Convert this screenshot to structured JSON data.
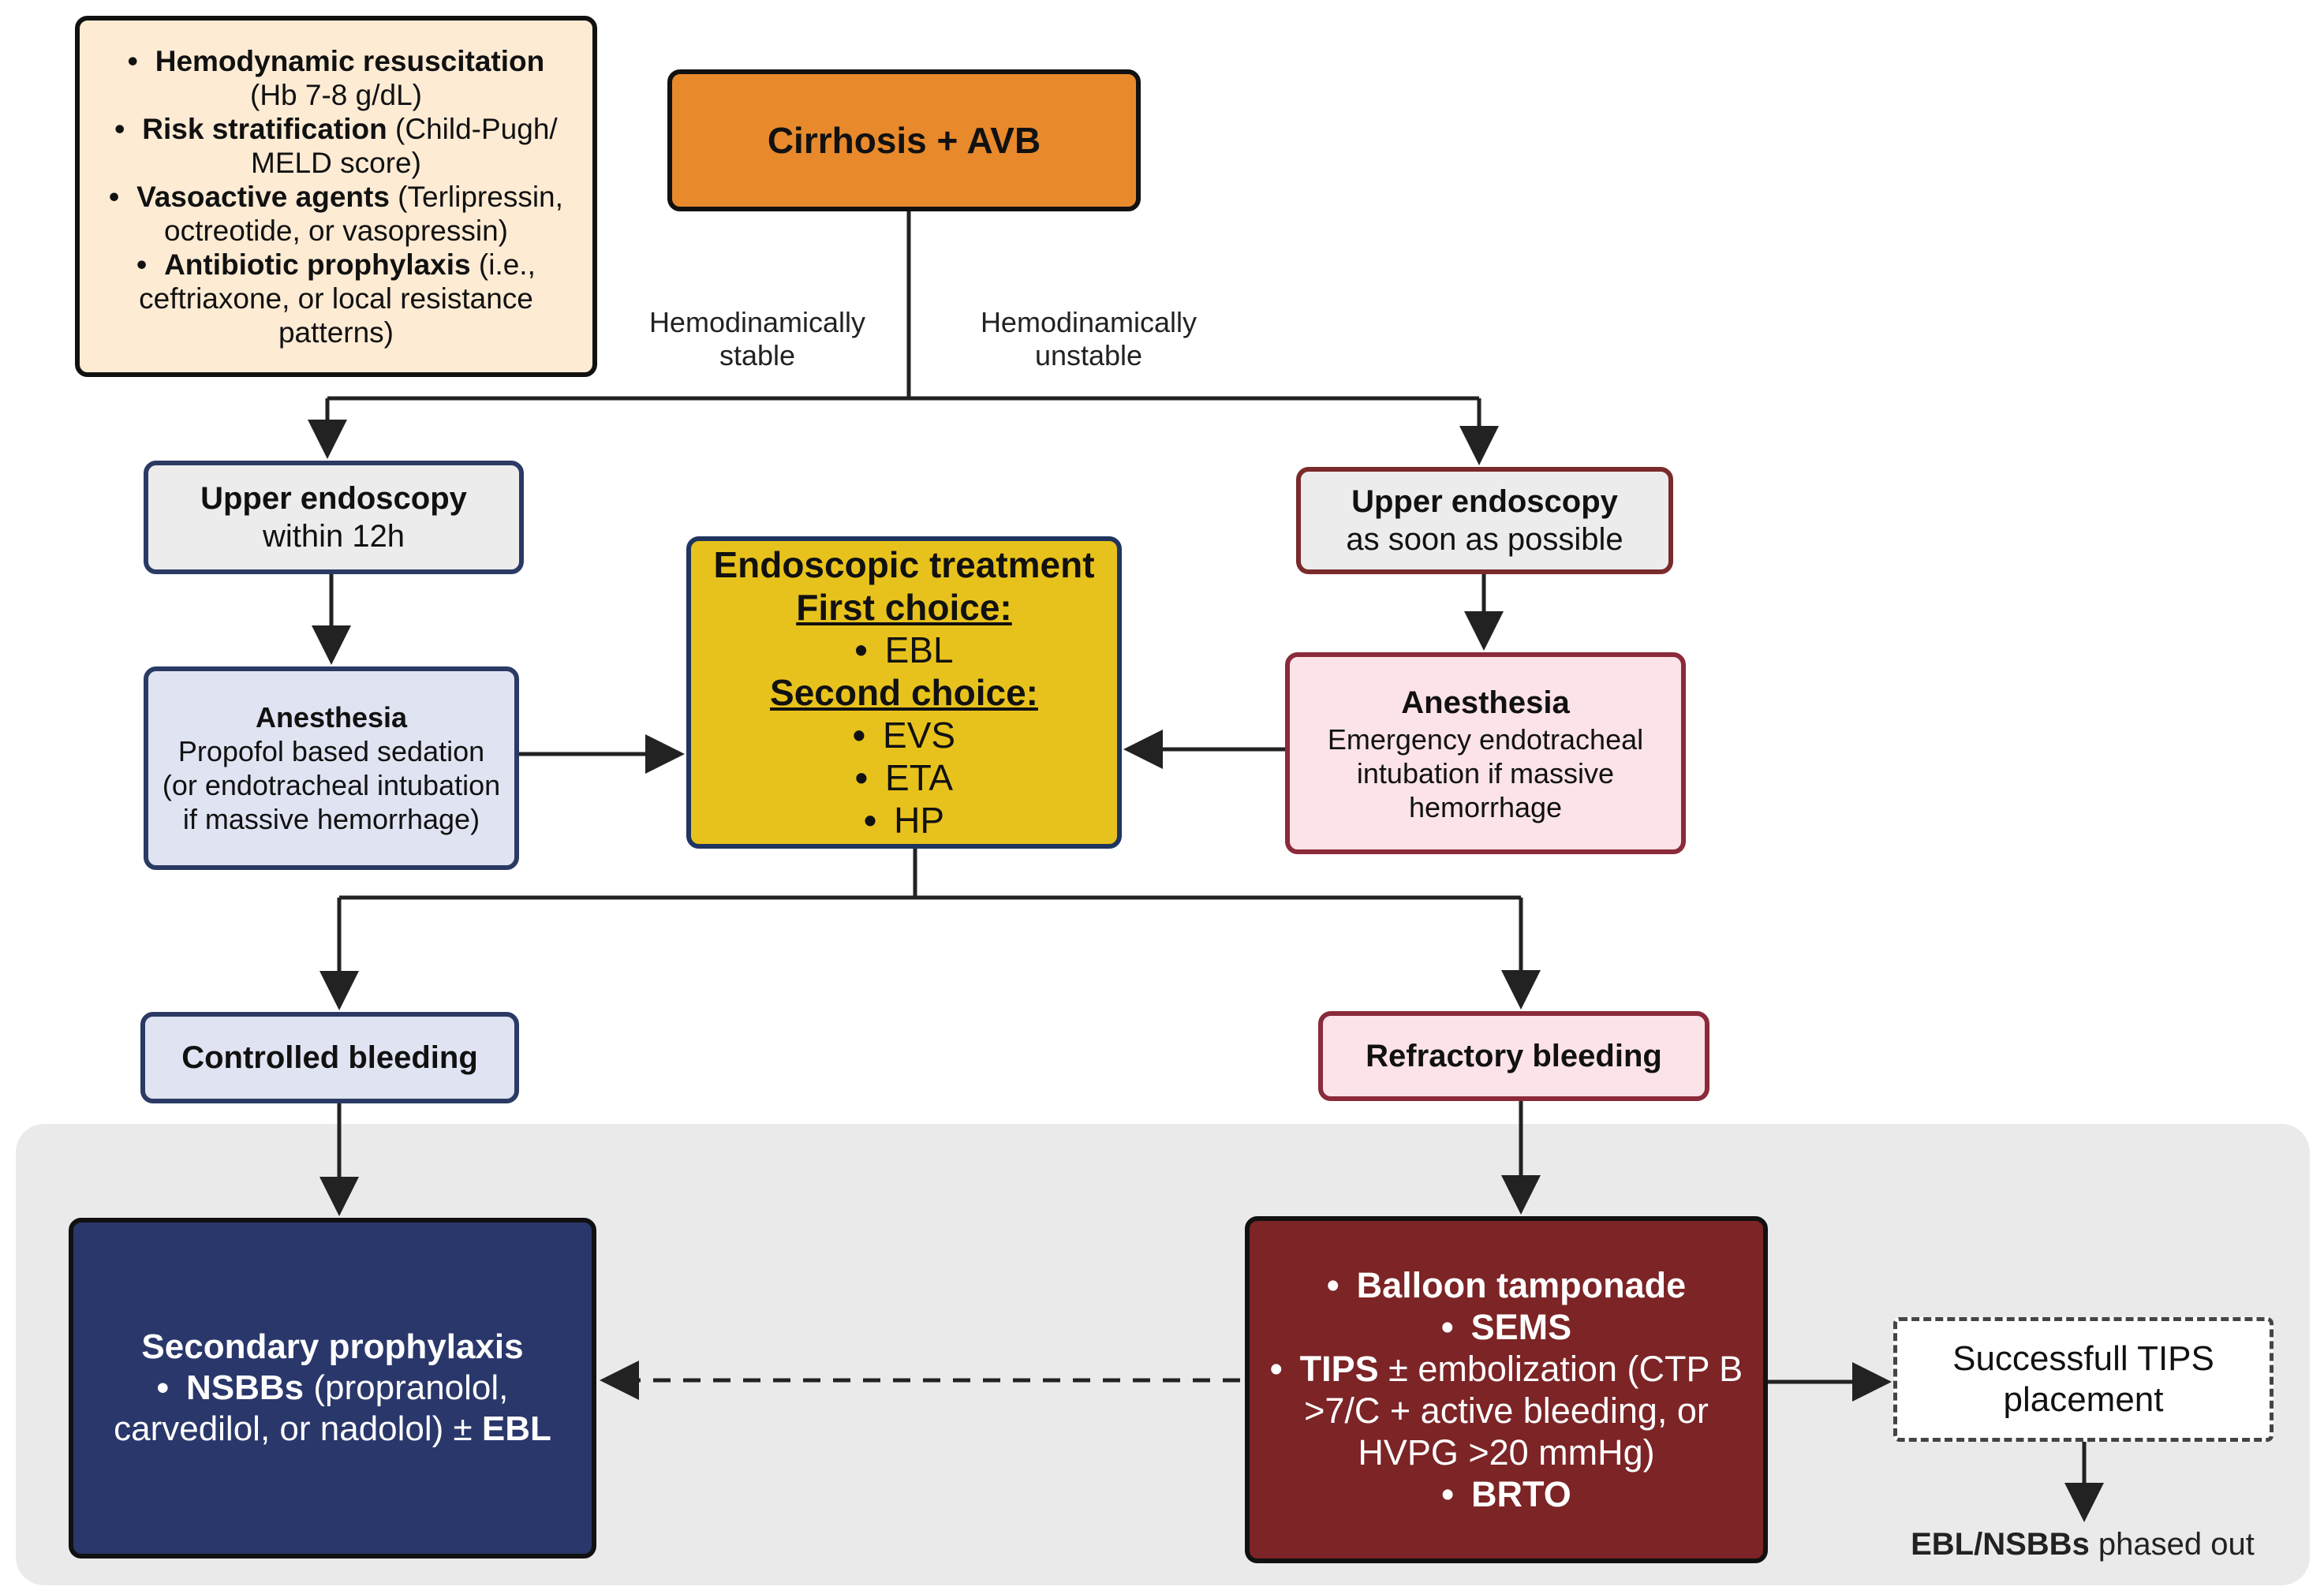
{
  "resuscitation_box": {
    "items": [
      {
        "bold": "Hemodynamic resuscitation",
        "rest": " (Hb 7-8 g/dL)"
      },
      {
        "bold": "Risk stratification",
        "rest": " (Child-Pugh/ MELD score)"
      },
      {
        "bold": "Vasoactive agents",
        "rest": " (Terlipressin, octreotide, or vasopressin)"
      },
      {
        "bold": "Antibiotic prophylaxis",
        "rest": " (i.e., ceftriaxone, or local resistance patterns)"
      }
    ]
  },
  "start": {
    "label": "Cirrhosis + AVB"
  },
  "branches": {
    "stable": "Hemodinamically stable",
    "unstable": "Hemodinamically unstable"
  },
  "endoscopy_stable": {
    "title": "Upper endoscopy",
    "subtitle": "within 12h"
  },
  "endoscopy_unstable": {
    "title": "Upper endoscopy",
    "subtitle": "as soon as possible"
  },
  "anesthesia_stable": {
    "title": "Anesthesia",
    "text": "Propofol based sedation (or endotracheal intubation if massive hemorrhage)"
  },
  "anesthesia_unstable": {
    "title": "Anesthesia",
    "text": "Emergency endotracheal intubation if massive hemorrhage"
  },
  "endoscopic_treatment": {
    "title": "Endoscopic treatment",
    "first_choice_label": "First choice:",
    "first_choice": [
      "EBL"
    ],
    "second_choice_label": "Second choice:",
    "second_choice": [
      "EVS",
      "ETA",
      "HP"
    ]
  },
  "controlled": {
    "label": "Controlled bleeding"
  },
  "refractory": {
    "label": "Refractory bleeding"
  },
  "secondary_prophylaxis": {
    "title": "Secondary prophylaxis",
    "item_bold": "NSBBs",
    "item_rest": " (propranolol, carvedilol, or nadolol) ± ",
    "item_tail_bold": "EBL"
  },
  "rescue": {
    "item1": "Balloon tamponade",
    "item2": "SEMS",
    "item3_bold": "TIPS",
    "item3_rest": " ± embolization (CTP B >7/C + active bleeding, or HVPG >20 mmHg)",
    "item4": "BRTO"
  },
  "tips_success": {
    "label": "Successfull TIPS placement"
  },
  "outcome": {
    "bold": "EBL/NSBBs",
    "rest": " phased out"
  },
  "colors": {
    "start_fill": "#e8892c",
    "treatment_fill": "#e8c21c",
    "prophylaxis_fill": "#2a376b",
    "rescue_fill": "#7c2426",
    "resus_fill": "#fdebd4",
    "panel_fill": "#eaeaea"
  }
}
